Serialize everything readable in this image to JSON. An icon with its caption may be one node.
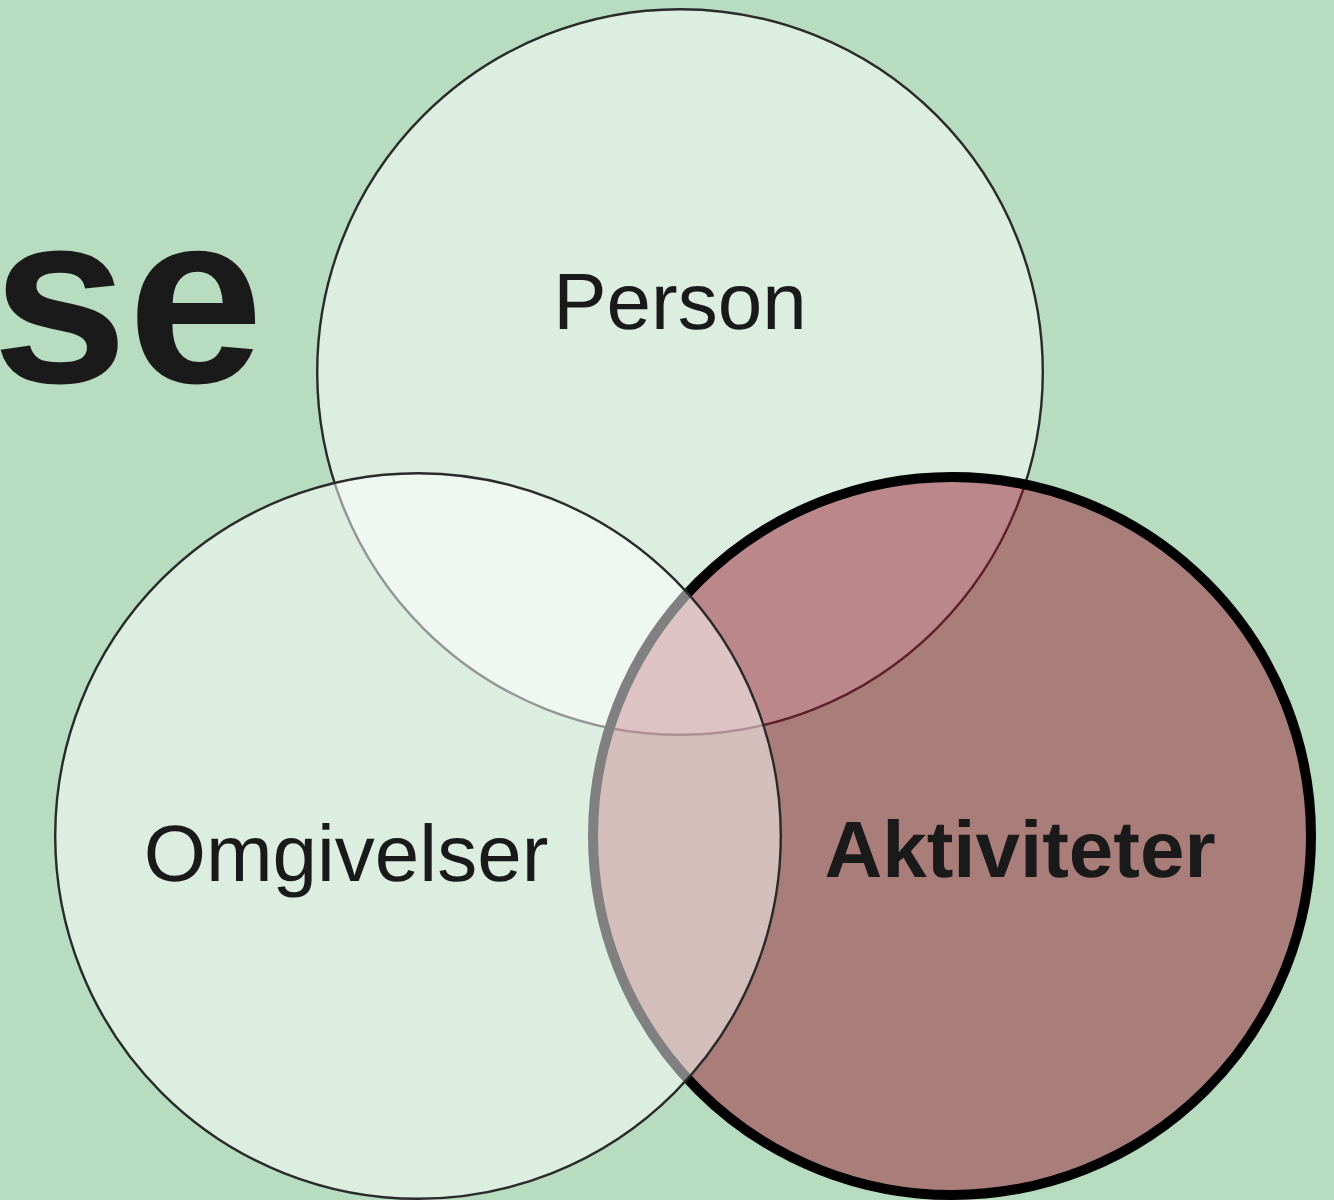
{
  "diagram": {
    "nodes": [
      {
        "text": [
          "Person"
        ]
      },
      {
        "text": [
          "Aktiviteter"
        ]
      },
      {
        "text": [
          "Omgivelser"
        ]
      }
    ],
    "labels": [
      "se"
    ]
  }
}
